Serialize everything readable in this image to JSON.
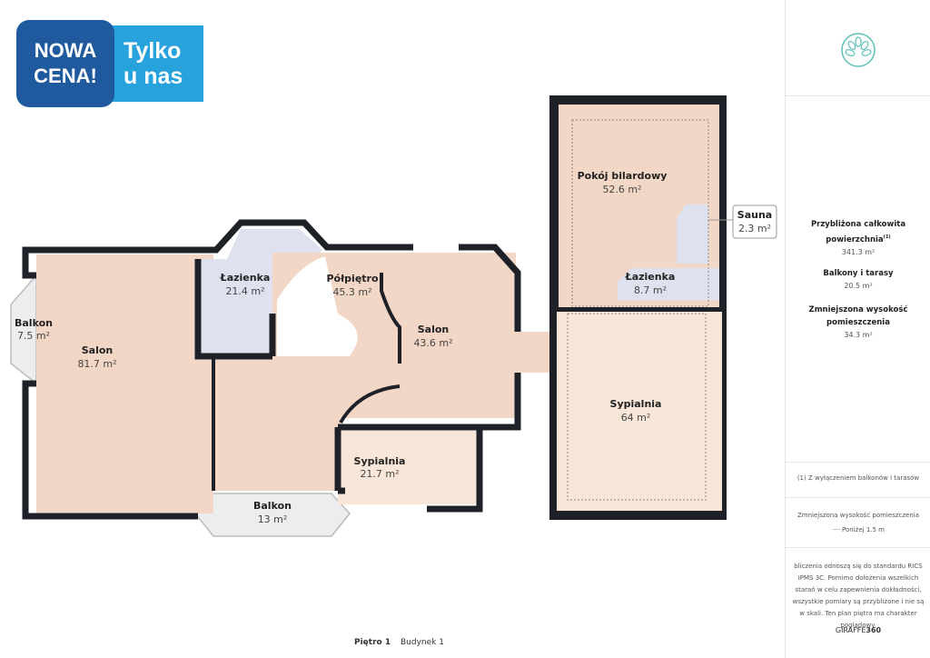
{
  "badge": {
    "line1": "NOWA",
    "line2": "CENA!",
    "tag1": "Tylko",
    "tag2": "u nas"
  },
  "colors": {
    "wall": "#1f2128",
    "room": "#f2d6c6",
    "room_light": "#f8e7d8",
    "bath": "#dde2ee",
    "balcony": "#ededf0",
    "badge_dark": "#1f5a9e",
    "badge_light": "#27a2dc",
    "logo": "#5fbfb8"
  },
  "rooms": [
    {
      "name": "Balkon",
      "area": "7.5 m²"
    },
    {
      "name": "Salon",
      "area": "81.7 m²"
    },
    {
      "name": "Łazienka",
      "area": "21.4 m²"
    },
    {
      "name": "Półpiętro",
      "area": "45.3 m²"
    },
    {
      "name": "Salon",
      "area": "43.6 m²"
    },
    {
      "name": "Sypialnia",
      "area": "21.7 m²"
    },
    {
      "name": "Balkon",
      "area": "13 m²"
    },
    {
      "name": "Pokój bilardowy",
      "area": "52.6 m²"
    },
    {
      "name": "Sauna",
      "area": "2.3 m²"
    },
    {
      "name": "Łazienka",
      "area": "8.7 m²"
    },
    {
      "name": "Sypialnia",
      "area": "64 m²"
    }
  ],
  "summary": {
    "total_label": "Przybliżona całkowita powierzchnia",
    "total_sup": "(1)",
    "total_value": "341.3 m²",
    "balcony_label": "Balkony i tarasy",
    "balcony_value": "20.5 m²",
    "reduced_label": "Zmniejszona wysokość pomieszczenia",
    "reduced_value": "34.3 m²"
  },
  "footnote": "(1) Z wyłączeniem balkonów i tarasów",
  "legend": {
    "title": "Zmniejszona wysokość pomieszczenia",
    "item": "Poniżej 1.5 m"
  },
  "disclaimer": "bliczenia odnoszą się do standardu RICS IPMS 3C. Pomimo dołożenia wszelkich starań w celu zapewnienia dokładności, wszystkie pomiary są przybliżone i nie są w skali. Ten plan piętra ma charakter poglądowy.",
  "brand": {
    "a": "GIRAFFE",
    "b": "360"
  },
  "footer": {
    "floor": "Piętro 1",
    "building": "Budynek 1"
  }
}
